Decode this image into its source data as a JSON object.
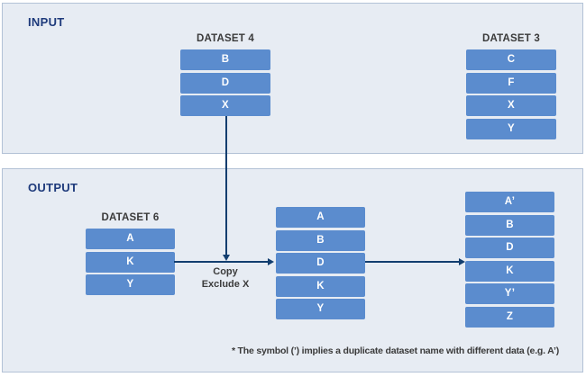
{
  "panels": {
    "input": {
      "label": "INPUT"
    },
    "output": {
      "label": "OUTPUT"
    }
  },
  "stacks": [
    {
      "name": "dataset4",
      "panel": "INPUT",
      "title": "DATASET 4",
      "items": [
        "B",
        "D",
        "X"
      ]
    },
    {
      "name": "dataset3",
      "panel": "INPUT",
      "title": "DATASET 3",
      "items": [
        "C",
        "F",
        "X",
        "Y"
      ]
    },
    {
      "name": "dataset6",
      "panel": "OUTPUT",
      "title": "DATASET 6",
      "items": [
        "A",
        "K",
        "Y"
      ]
    },
    {
      "name": "merged",
      "panel": "OUTPUT",
      "title": "",
      "items": [
        "A",
        "B",
        "D",
        "K",
        "Y"
      ]
    },
    {
      "name": "result",
      "panel": "OUTPUT",
      "title": "",
      "items": [
        "A’",
        "B",
        "D",
        "K",
        "Y’",
        "Z"
      ]
    }
  ],
  "copy_step": {
    "line1": "Copy",
    "line2": "Exclude X"
  },
  "footnote": "* The symbol (’) implies a duplicate dataset name with different data (e.g. A’)",
  "colors": {
    "panel_fill": "#e7ecf3",
    "panel_border": "#b3c2d6",
    "box_fill": "#5b8cce",
    "box_text": "#ffffff",
    "heading_text": "#1e3a7b",
    "label_text": "#3a3a3a",
    "arrow": "#123e6f"
  }
}
